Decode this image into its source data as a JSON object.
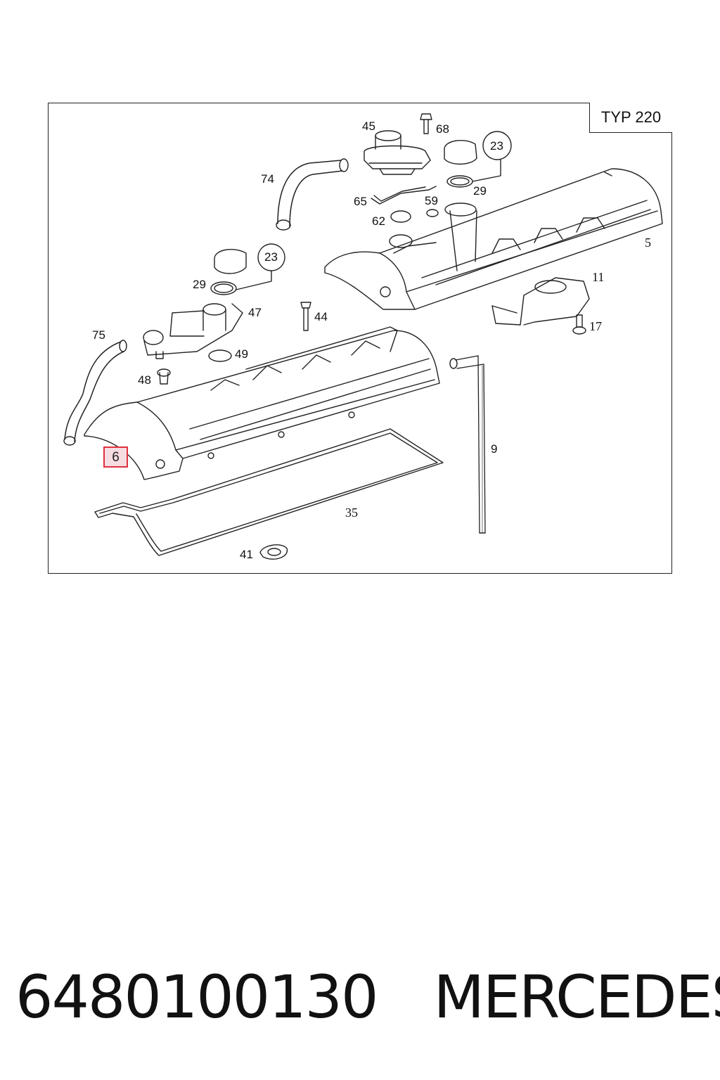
{
  "diagram": {
    "type_label": "TYP 220",
    "callouts": {
      "c45": "45",
      "c68": "68",
      "c23a": "23",
      "c29a": "29",
      "c74": "74",
      "c65": "65",
      "c59": "59",
      "c62": "62",
      "c5": "5",
      "c23b": "23",
      "c29b": "29",
      "c47": "47",
      "c44": "44",
      "c11": "11",
      "c17": "17",
      "c75": "75",
      "c49": "49",
      "c48": "48",
      "c6": "6",
      "c9": "9",
      "c35": "35",
      "c41": "41"
    },
    "highlight_color": "#e03040"
  },
  "footer": {
    "part_number": "6480100130",
    "brand": "MERCEDES"
  }
}
